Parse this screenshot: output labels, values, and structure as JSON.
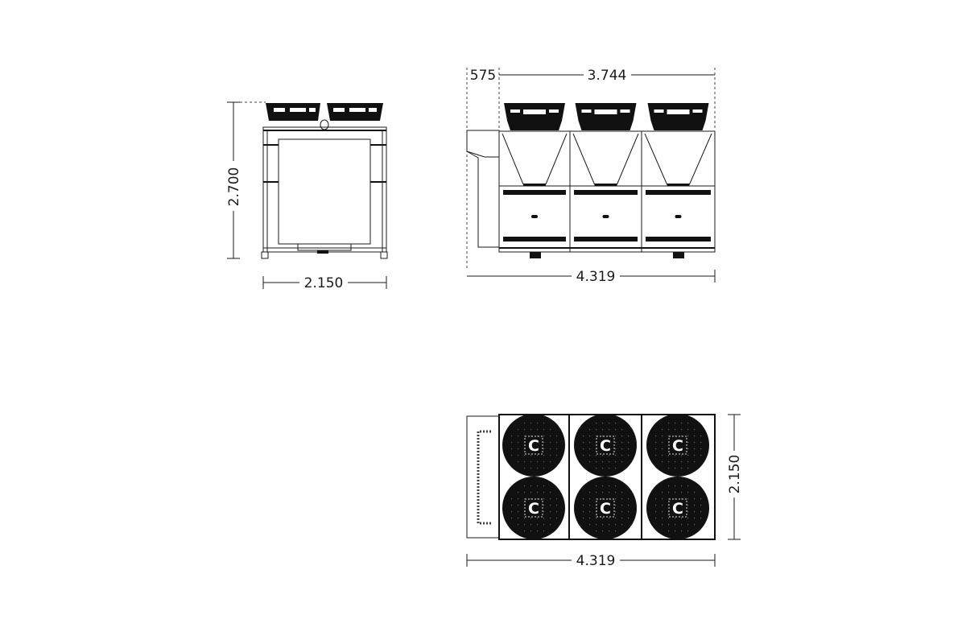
{
  "front_view": {
    "height_label": "2.700",
    "width_label": "2.150"
  },
  "side_view": {
    "left_offset_label": "575",
    "fan_section_label": "3.744",
    "length_label": "4.319"
  },
  "plan_view": {
    "depth_label": "2.150",
    "length_label": "4.319",
    "fan_logo": "C"
  },
  "colors": {
    "line": "#1a1a1a",
    "fan": "#111111",
    "background": "#ffffff"
  }
}
